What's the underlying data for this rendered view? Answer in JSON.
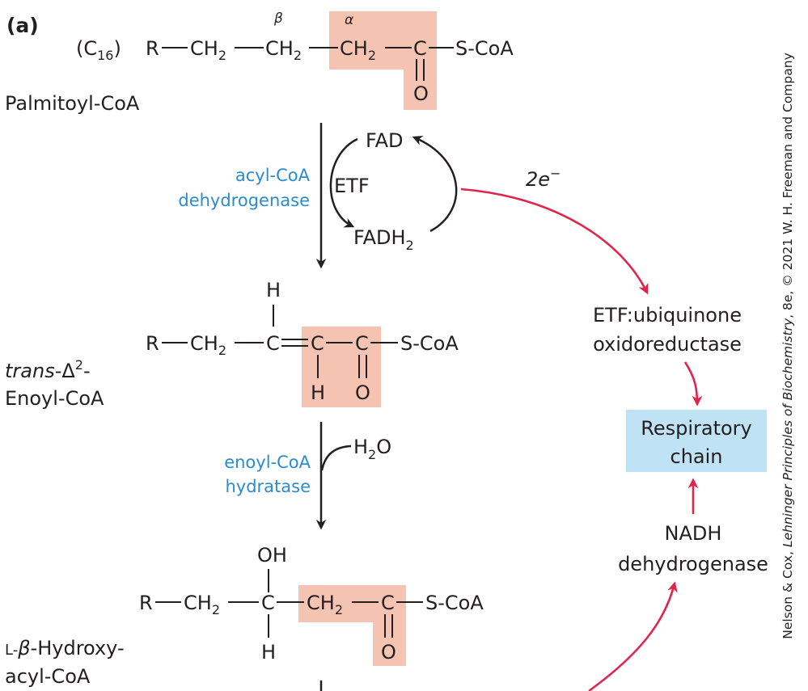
{
  "panel_label": "(a)",
  "palmitoyl": {
    "chain_length": "(C",
    "chain_length_sub": "16",
    "chain_close": ")",
    "alpha": "α",
    "beta": "β",
    "name": "Palmitoyl-CoA"
  },
  "step1": {
    "enzyme_line1": "acyl-CoA",
    "enzyme_line2": "dehydrogenase",
    "fad": "FAD",
    "etf": "ETF",
    "fadh2": "FADH",
    "fadh2_sub": "2",
    "electrons": "2e",
    "electrons_sup": "−"
  },
  "etf_oxidoreductase": {
    "line1": "ETF:ubiquinone",
    "line2": "oxidoreductase"
  },
  "respiratory_chain": {
    "line1": "Respiratory",
    "line2": "chain"
  },
  "nadh_dehydrogenase": {
    "line1": "NADH",
    "line2": "dehydrogenase"
  },
  "enoyl": {
    "name_italic": "trans",
    "name_rest": "-Δ",
    "name_sup": "2",
    "name_dash": "-",
    "name_line2": "Enoyl-CoA"
  },
  "step2": {
    "enzyme_line1": "enoyl-CoA",
    "enzyme_line2": "hydratase",
    "water": "H",
    "water_sub": "2",
    "water_o": "O"
  },
  "hydroxy": {
    "name_prefix": "L-",
    "name_beta": "β",
    "name_rest": "-Hydroxy-",
    "name_line2": "acyl-CoA"
  },
  "atoms": {
    "R": "R",
    "CH": "CH",
    "sub2": "2",
    "C": "C",
    "H": "H",
    "O": "O",
    "OH": "OH",
    "SCoA": "S-CoA"
  },
  "credit": {
    "pre": "Nelson & Cox, ",
    "book": "Lehninger Principles of Biochemistry",
    "post": ", 8e, © 2021 W. H. Freeman and Company"
  },
  "colors": {
    "enzyme_text": "#2a8ccd",
    "red_arrow": "#e0254b",
    "highlight": "#f4c3b2",
    "respiratory_box": "#bfe2f5"
  }
}
